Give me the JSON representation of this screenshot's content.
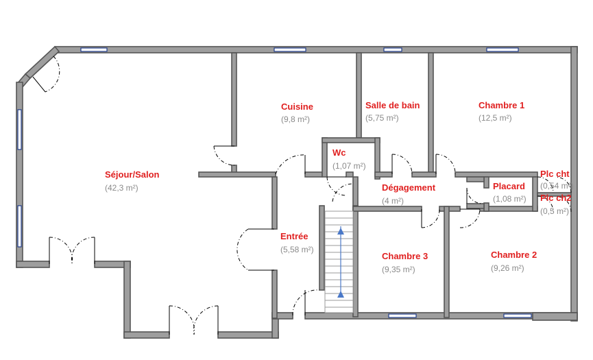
{
  "rooms": [
    {
      "name": "Séjour/Salon",
      "area": "(42,3 m²)"
    },
    {
      "name": "Cuisine",
      "area": "(9,8 m²)"
    },
    {
      "name": "Salle de bain",
      "area": "(5,75 m²)"
    },
    {
      "name": "Chambre 1",
      "area": "(12,5 m²)"
    },
    {
      "name": "Wc",
      "area": "(1,07 m²)"
    },
    {
      "name": "Dégagement",
      "area": "(4 m²)"
    },
    {
      "name": "Placard",
      "area": "(1,08 m²)"
    },
    {
      "name": "Plc cht",
      "area": "(0,54 m²)"
    },
    {
      "name": "Plc ch2",
      "area": "(0,5 m²)"
    },
    {
      "name": "Entrée",
      "area": "(5,58 m²)"
    },
    {
      "name": "Chambre 3",
      "area": "(9,35 m²)"
    },
    {
      "name": "Chambre 2",
      "area": "(9,26 m²)"
    }
  ]
}
